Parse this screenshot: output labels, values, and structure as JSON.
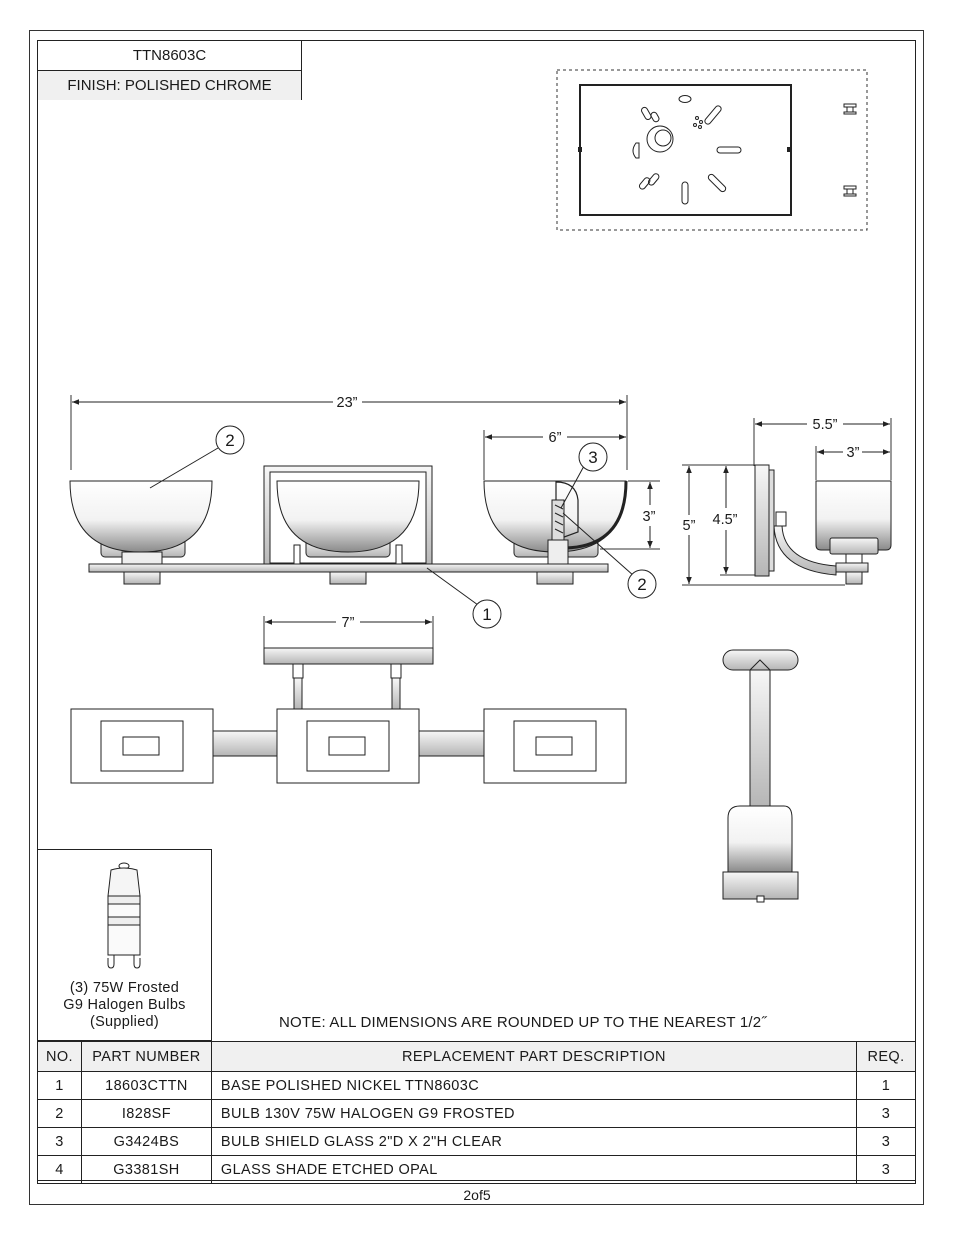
{
  "header": {
    "model": "TTN8603C",
    "finish": "FINISH: POLISHED CHROME"
  },
  "dimensions": {
    "overall_width": "23”",
    "shade_width": "6”",
    "shade_height": "3”",
    "backplate_width": "7”",
    "depth_total": "5.5”",
    "depth_shade": "3”",
    "height_total": "5”",
    "height_plate": "4.5”"
  },
  "callouts": {
    "base": "1",
    "shade": "2",
    "shield": "3",
    "bulb": "2"
  },
  "bulb_panel": {
    "caption_line1": "(3) 75W Frosted",
    "caption_line2": "G9 Halogen Bulbs",
    "caption_line3": "(Supplied)"
  },
  "note": "NOTE:  ALL DIMENSIONS ARE ROUNDED UP TO THE NEAREST  1/2˝",
  "parts_table": {
    "headers": {
      "no": "NO.",
      "part_number": "PART NUMBER",
      "description": "REPLACEMENT PART DESCRIPTION",
      "req": "REQ."
    },
    "rows": [
      {
        "no": "1",
        "part_number": "18603CTTN",
        "description": "BASE POLISHED NICKEL TTN8603C",
        "req": "1"
      },
      {
        "no": "2",
        "part_number": "I828SF",
        "description": "BULB 130V 75W HALOGEN G9 FROSTED",
        "req": "3"
      },
      {
        "no": "3",
        "part_number": "G3424BS",
        "description": "BULB SHIELD GLASS 2\"D X 2\"H CLEAR",
        "req": "3"
      },
      {
        "no": "4",
        "part_number": "G3381SH",
        "description": "GLASS SHADE ETCHED OPAL",
        "req": "3"
      }
    ]
  },
  "footer": {
    "page": "2of5"
  }
}
